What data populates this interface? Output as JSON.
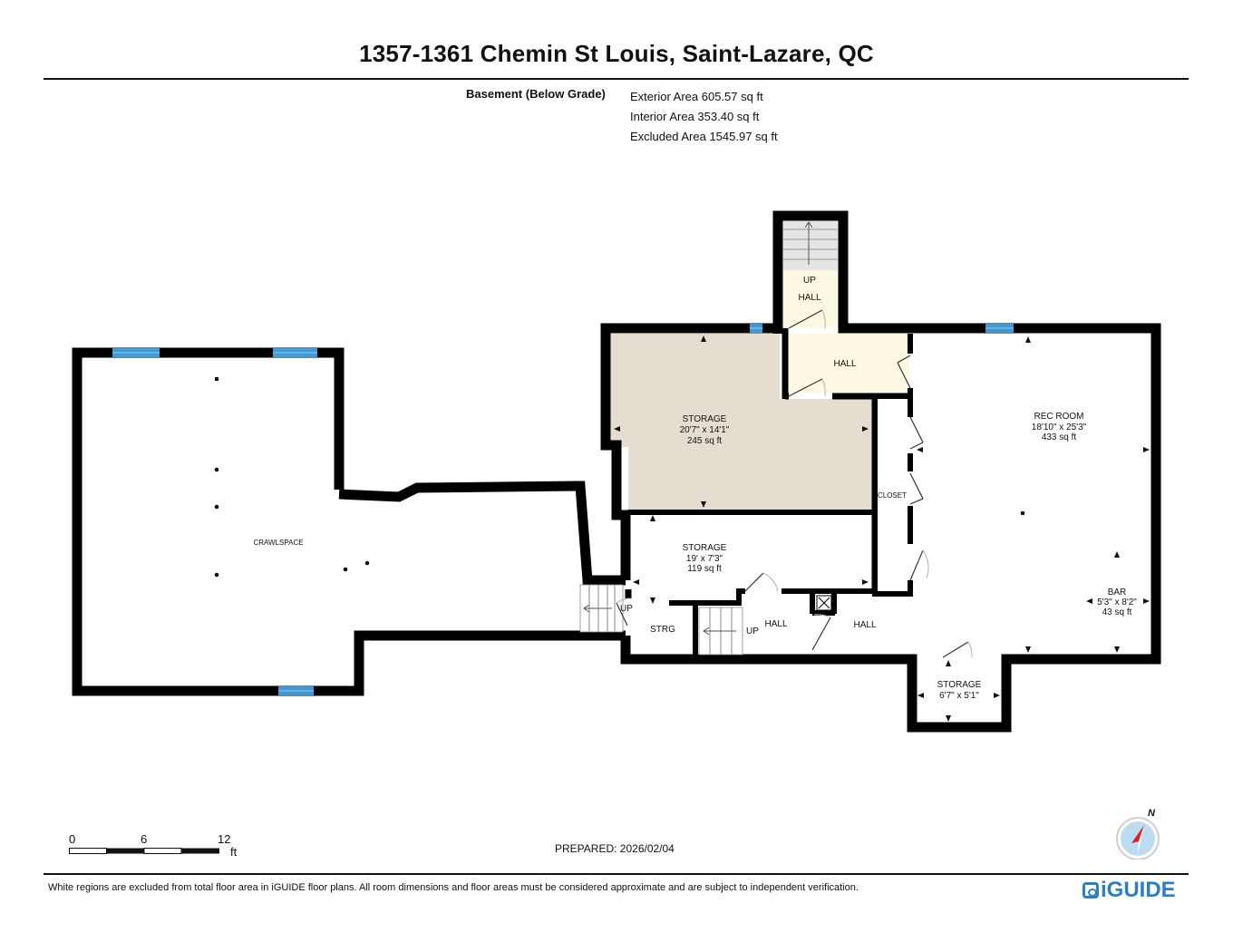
{
  "header": {
    "title": "1357-1361 Chemin St Louis, Saint-Lazare, QC"
  },
  "floor_summary": {
    "floor_name": "Basement (Below Grade)",
    "exterior_area": "Exterior Area 605.57 sq ft",
    "interior_area": "Interior Area 353.40 sq ft",
    "excluded_area": "Excluded Area 1545.97 sq ft"
  },
  "rooms": [
    {
      "id": "crawlspace",
      "name": "CRAWLSPACE",
      "dims": "",
      "area": ""
    },
    {
      "id": "storage-main",
      "name": "STORAGE",
      "dims": "20'7\" x 14'1\"",
      "area": "245 sq ft"
    },
    {
      "id": "storage-2",
      "name": "STORAGE",
      "dims": "19' x 7'3\"",
      "area": "119 sq ft"
    },
    {
      "id": "rec-room",
      "name": "REC ROOM",
      "dims": "18'10\" x 25'3\"",
      "area": "433 sq ft"
    },
    {
      "id": "bar",
      "name": "BAR",
      "dims": "5'3\" x 8'2\"",
      "area": "43 sq ft"
    },
    {
      "id": "storage-3",
      "name": "STORAGE",
      "dims": "6'7\" x 5'1\"",
      "area": ""
    },
    {
      "id": "closet",
      "name": "CLOSET",
      "dims": "",
      "area": ""
    },
    {
      "id": "strg",
      "name": "STRG",
      "dims": "",
      "area": ""
    },
    {
      "id": "hall-stair-top",
      "name": "HALL",
      "dims": "",
      "area": ""
    },
    {
      "id": "hall-upper",
      "name": "HALL",
      "dims": "",
      "area": ""
    },
    {
      "id": "hall-lower-1",
      "name": "HALL",
      "dims": "",
      "area": ""
    },
    {
      "id": "hall-lower-2",
      "name": "HALL",
      "dims": "",
      "area": ""
    }
  ],
  "stair_labels": {
    "top": "UP",
    "left": "UP",
    "middle": "UP"
  },
  "colors": {
    "wall": "#000000",
    "storage_fill": "#e6ddd1",
    "hall_fill": "#fdf8e1",
    "window": "#3d9ad6",
    "stair_fill": "#e4e4e4",
    "door_swing": "#d8d8d8",
    "brand": "#2b7fc4",
    "compass_fill": "#bcdcf2",
    "compass_needle": "#e02020"
  },
  "scale_bar": {
    "ticks": [
      "0",
      "6",
      "12"
    ],
    "unit": "ft"
  },
  "compass": {
    "north_label": "N"
  },
  "footer": {
    "prepared": "PREPARED: 2026/02/04",
    "disclaimer": "White regions are excluded from total floor area in iGUIDE floor plans. All room dimensions and floor areas must be considered approximate and are subject to independent verification.",
    "brand": "iGUIDE"
  }
}
